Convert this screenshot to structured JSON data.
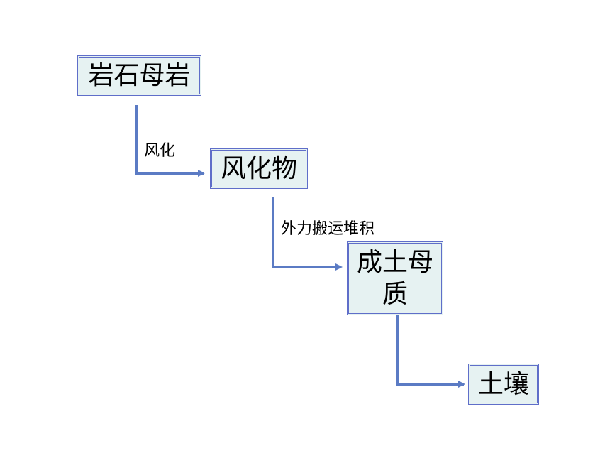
{
  "diagram": {
    "colors": {
      "node_fill": "#e6f2f2",
      "node_border": "#5f6ec9",
      "arrow": "#5b7bc4"
    },
    "nodes": [
      {
        "id": "rock",
        "label": "岩石母岩"
      },
      {
        "id": "weathered",
        "label": "风化物"
      },
      {
        "id": "parent-material",
        "label": "成土母质"
      },
      {
        "id": "soil",
        "label": "土壤"
      }
    ],
    "edges": [
      {
        "from": "rock",
        "to": "weathered",
        "label": "风化"
      },
      {
        "from": "weathered",
        "to": "parent-material",
        "label": "外力搬运堆积"
      },
      {
        "from": "parent-material",
        "to": "soil",
        "label": ""
      }
    ]
  }
}
